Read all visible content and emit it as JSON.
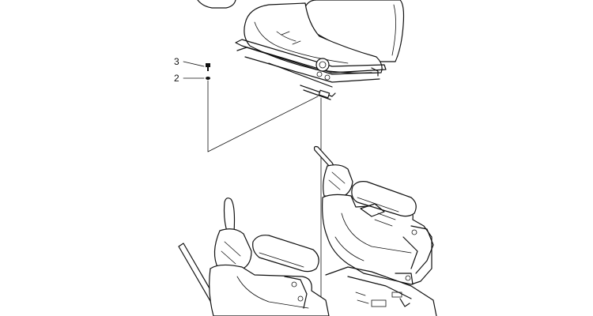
{
  "callouts": [
    {
      "number": "3",
      "part": "bolt"
    },
    {
      "number": "2",
      "part": "washer"
    }
  ],
  "colors": {
    "ink": "#111111",
    "background": "#ffffff"
  }
}
